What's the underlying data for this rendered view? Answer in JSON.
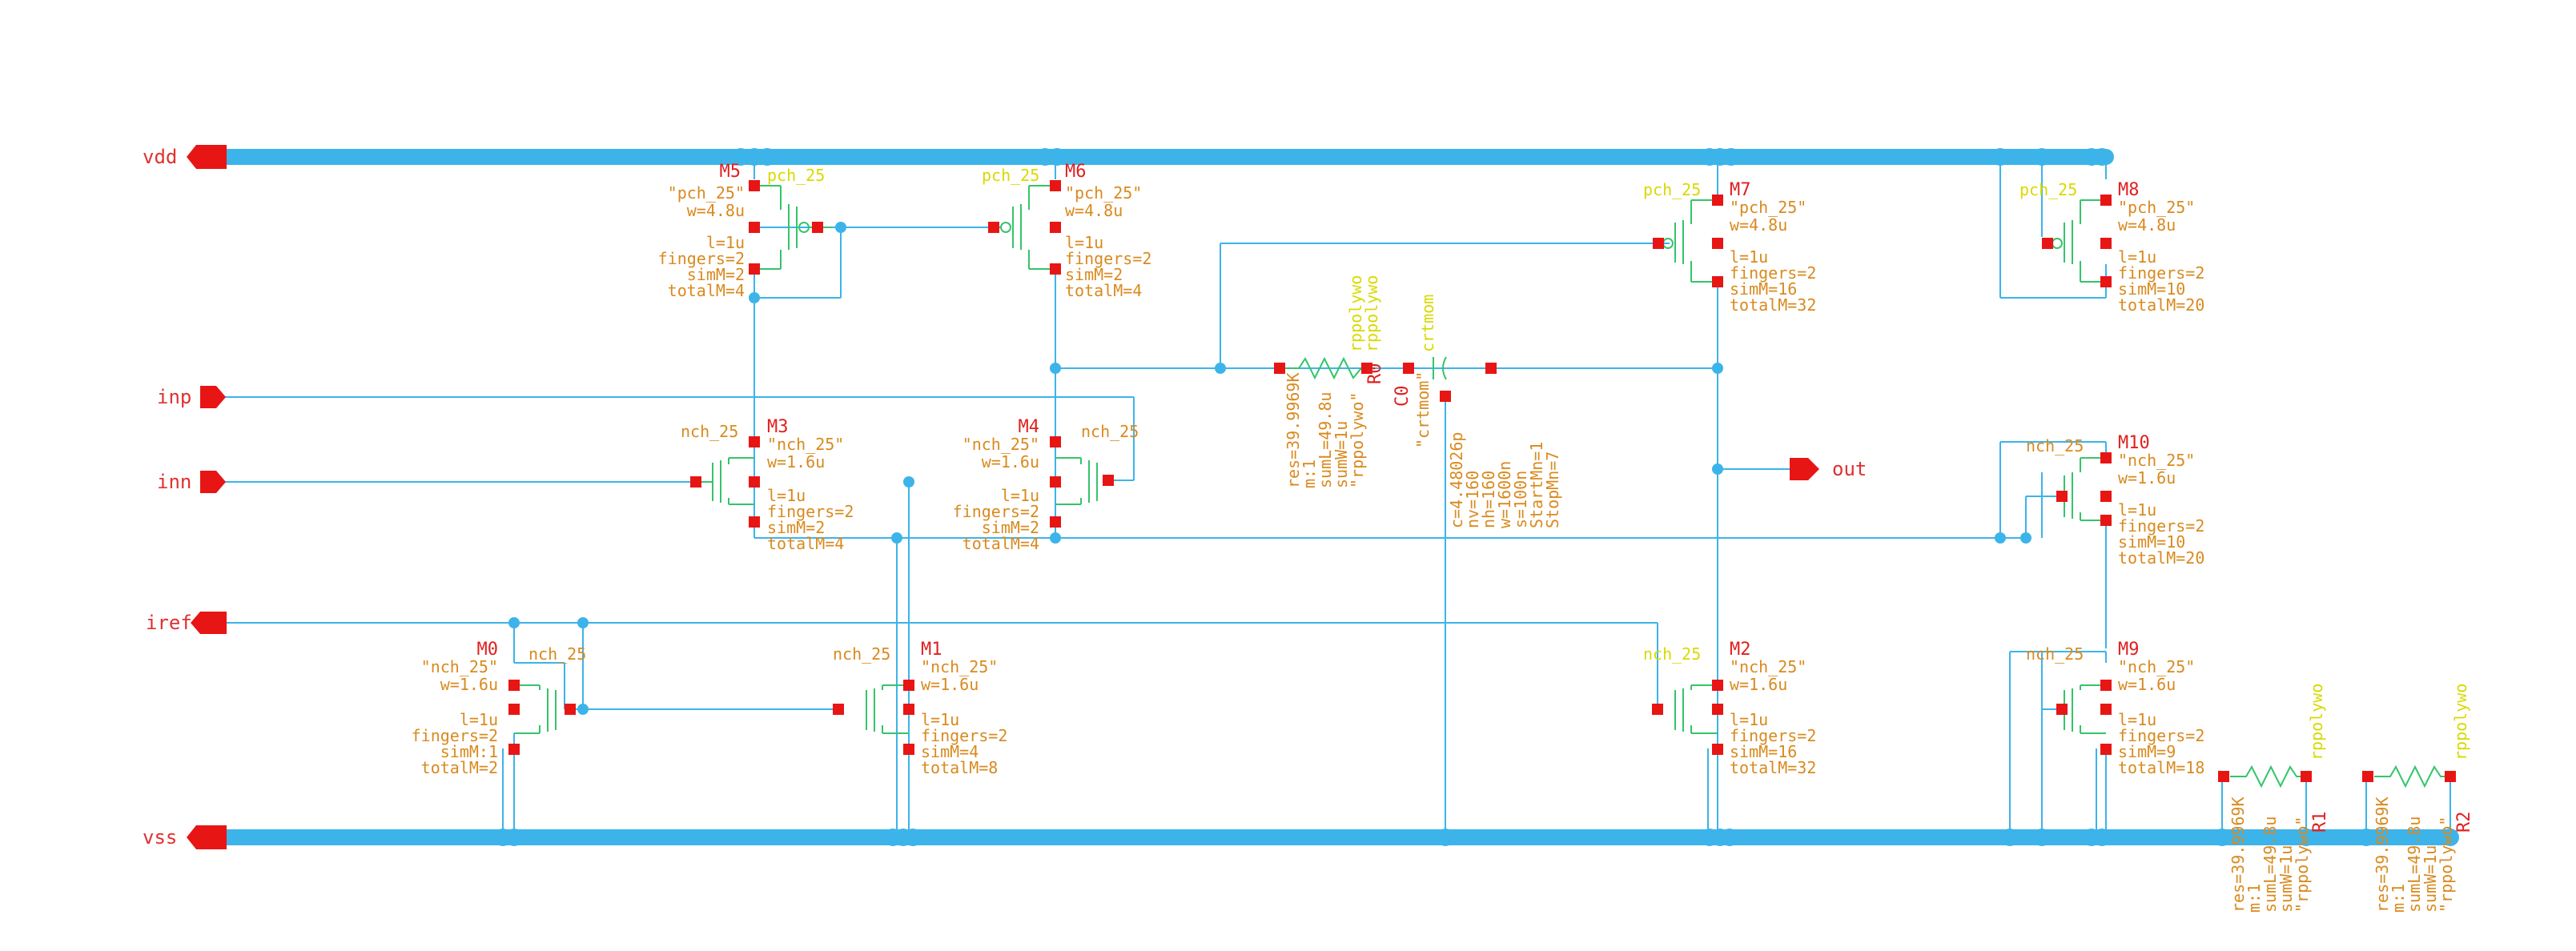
{
  "pins": {
    "vdd": "vdd",
    "inp": "inp",
    "inn": "inn",
    "iref": "iref",
    "vss": "vss",
    "out": "out"
  },
  "devices": {
    "M5": {
      "name": "M5",
      "model_top": "pch_25",
      "model": "\"pch_25\"",
      "w": "w=4.8u",
      "l": "l=1u",
      "fingers": "fingers=2",
      "simM": "simM=2",
      "totalM": "totalM=4"
    },
    "M6": {
      "name": "M6",
      "model_top": "pch_25",
      "model": "\"pch_25\"",
      "w": "w=4.8u",
      "l": "l=1u",
      "fingers": "fingers=2",
      "simM": "simM=2",
      "totalM": "totalM=4"
    },
    "M7": {
      "name": "M7",
      "model_top": "pch_25",
      "model": "\"pch_25\"",
      "w": "w=4.8u",
      "l": "l=1u",
      "fingers": "fingers=2",
      "simM": "simM=16",
      "totalM": "totalM=32"
    },
    "M8": {
      "name": "M8",
      "model_top": "pch_25",
      "model": "\"pch_25\"",
      "w": "w=4.8u",
      "l": "l=1u",
      "fingers": "fingers=2",
      "simM": "simM=10",
      "totalM": "totalM=20"
    },
    "M3": {
      "name": "M3",
      "model_top": "nch_25",
      "model": "\"nch_25\"",
      "w": "w=1.6u",
      "l": "l=1u",
      "fingers": "fingers=2",
      "simM": "simM=2",
      "totalM": "totalM=4"
    },
    "M4": {
      "name": "M4",
      "model_top": "nch_25",
      "model": "\"nch_25\"",
      "w": "w=1.6u",
      "l": "l=1u",
      "fingers": "fingers=2",
      "simM": "simM=2",
      "totalM": "totalM=4"
    },
    "M10": {
      "name": "M10",
      "model_top": "nch_25",
      "model": "\"nch_25\"",
      "w": "w=1.6u",
      "l": "l=1u",
      "fingers": "fingers=2",
      "simM": "simM=10",
      "totalM": "totalM=20"
    },
    "M0": {
      "name": "M0",
      "model_top": "nch_25",
      "model": "\"nch_25\"",
      "w": "w=1.6u",
      "l": "l=1u",
      "fingers": "fingers=2",
      "simM": "simM:1",
      "totalM": "totalM=2"
    },
    "M1": {
      "name": "M1",
      "model_top": "nch_25",
      "model": "\"nch_25\"",
      "w": "w=1.6u",
      "l": "l=1u",
      "fingers": "fingers=2",
      "simM": "simM=4",
      "totalM": "totalM=8"
    },
    "M2": {
      "name": "M2",
      "model_top": "nch_25",
      "model": "\"nch_25\"",
      "w": "w=1.6u",
      "l": "l=1u",
      "fingers": "fingers=2",
      "simM": "simM=16",
      "totalM": "totalM=32"
    },
    "M9": {
      "name": "M9",
      "model_top": "nch_25",
      "model": "\"nch_25\"",
      "w": "w=1.6u",
      "l": "l=1u",
      "fingers": "fingers=2",
      "simM": "simM=9",
      "totalM": "totalM=18"
    }
  },
  "passives": {
    "R0": {
      "name": "R0",
      "res": "res=39.9969K",
      "m": "m:1",
      "sumL": "sumL=49.8u",
      "sumW": "sumW=1u",
      "model": "\"rppolywo\"",
      "top1": "rppolywo",
      "top2": "rppolywo"
    },
    "C0": {
      "name": "C0",
      "model": "\"crtmom\"",
      "c": "c=4.48026p",
      "nv": "nv=160",
      "nh": "nh=160",
      "w": "w=1600n",
      "s": "s=100n",
      "stm": "StartMn=1",
      "spm": "StopMn=7",
      "top": "crtmom"
    },
    "R1": {
      "name": "R1",
      "res": "res=39.9969K",
      "m": "m:1",
      "sumL": "sumL=49.8u",
      "sumW": "sumW=1u",
      "model": "\"rppolywo\"",
      "top": "rppolywo"
    },
    "R2": {
      "name": "R2",
      "res": "res=39.9969K",
      "m": "m:1",
      "sumL": "sumL=49.8u",
      "sumW": "sumW=1u",
      "model": "\"rppolywo\"",
      "top": "rppolywo"
    }
  },
  "colors": {
    "background": "#ffffff",
    "wire": "#3cb4ea",
    "pin": "#e81515",
    "device": "#35c46a",
    "label_name": "#e02020",
    "label_param": "#d98a1f",
    "label_model": "#d9d900"
  }
}
